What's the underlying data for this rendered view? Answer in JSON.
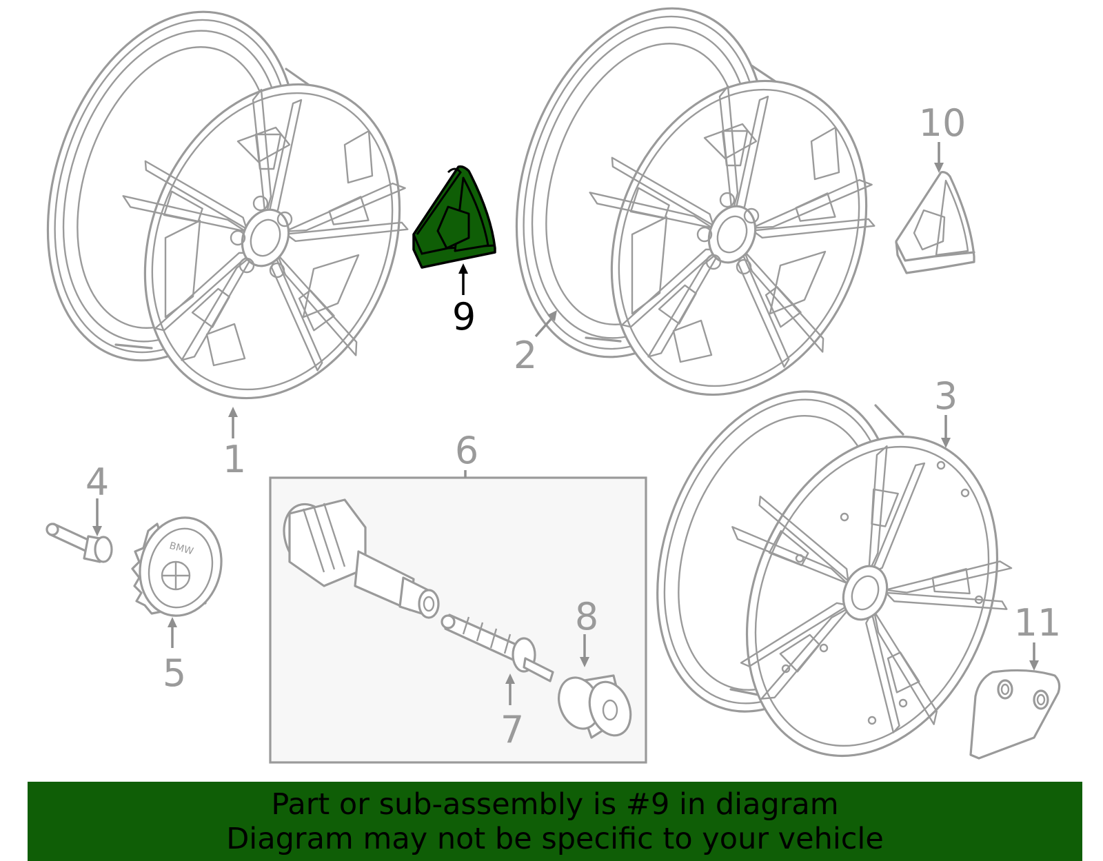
{
  "colors": {
    "highlight": "#0f5e06",
    "outline": "#9a9a9a",
    "banner": "#0f5e06",
    "box_fill": "#f7f7f7"
  },
  "highlighted_part": "9",
  "callouts": [
    {
      "id": "1",
      "label": "1"
    },
    {
      "id": "2",
      "label": "2"
    },
    {
      "id": "3",
      "label": "3"
    },
    {
      "id": "4",
      "label": "4"
    },
    {
      "id": "5",
      "label": "5"
    },
    {
      "id": "6",
      "label": "6"
    },
    {
      "id": "7",
      "label": "7"
    },
    {
      "id": "8",
      "label": "8"
    },
    {
      "id": "9",
      "label": "9"
    },
    {
      "id": "10",
      "label": "10"
    },
    {
      "id": "11",
      "label": "11"
    }
  ],
  "logo_text": "BMW",
  "banner": {
    "line1": "Part or sub-assembly is #9 in diagram",
    "line2": "Diagram may not be specific to your vehicle"
  }
}
